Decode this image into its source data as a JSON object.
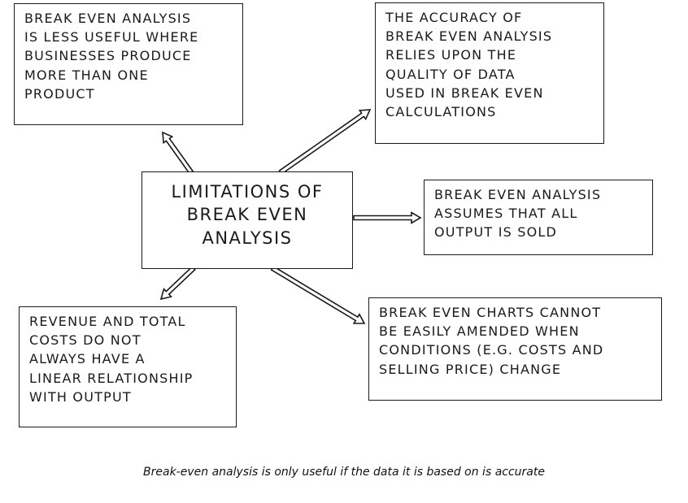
{
  "diagram": {
    "center": "LIMITATIONS OF\nBREAK EVEN\nANALYSIS",
    "boxes": {
      "top_left": "BREAK EVEN ANALYSIS\nIS LESS USEFUL WHERE\nBUSINESSES PRODUCE\nMORE THAN ONE\nPRODUCT",
      "top_right": "THE ACCURACY OF\nBREAK EVEN ANALYSIS\nRELIES UPON THE\nQUALITY OF DATA\nUSED IN BREAK EVEN\nCALCULATIONS",
      "middle_right": "BREAK EVEN ANALYSIS\nASSUMES THAT ALL\nOUTPUT IS SOLD",
      "bottom_left": "REVENUE AND TOTAL\nCOSTS DO NOT\nALWAYS HAVE A\nLINEAR RELATIONSHIP\nWITH OUTPUT",
      "bottom_right": "BREAK EVEN CHARTS CANNOT\nBE EASILY AMENDED WHEN\nCONDITIONS (e.g. COSTS AND\nSELLING PRICE) CHANGE"
    },
    "caption": "Break-even analysis is only useful if the data it is based on is accurate",
    "colors": {
      "ink": "#1a1a1a",
      "background": "#ffffff"
    }
  }
}
